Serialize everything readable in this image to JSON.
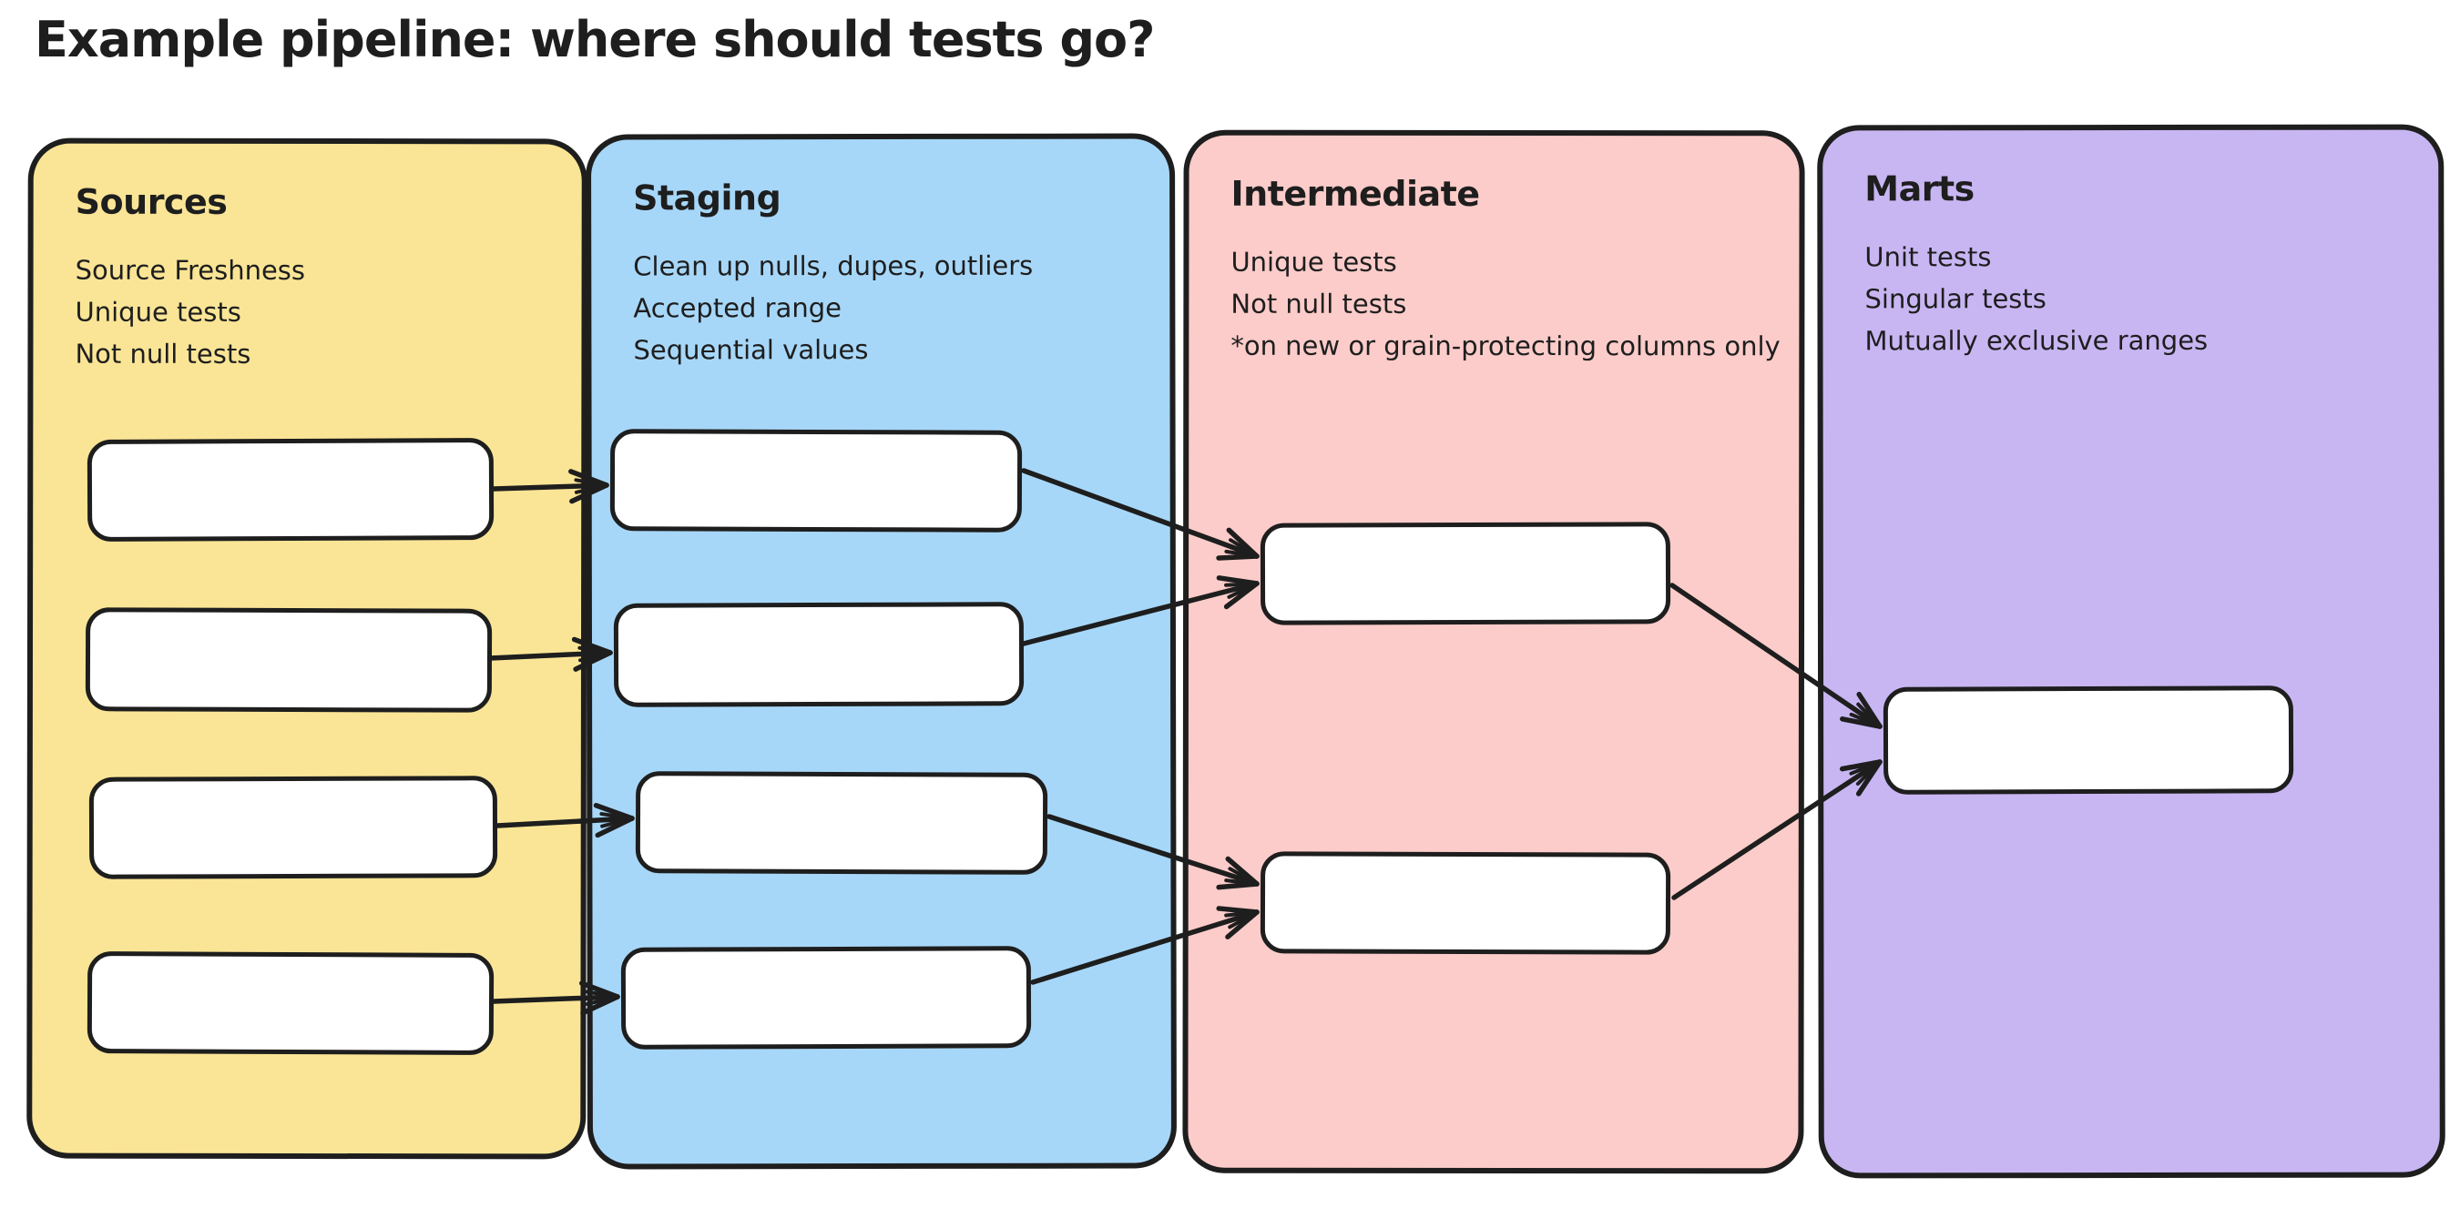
{
  "title": "Example pipeline: where should tests go?",
  "ink_color": "#1e1e1e",
  "node_fill": "#ffffff",
  "columns": [
    {
      "id": "sources",
      "label": "Sources",
      "bg": "#fae596",
      "notes": [
        "Source Freshness",
        "Unique tests",
        "Not null tests"
      ]
    },
    {
      "id": "staging",
      "label": "Staging",
      "bg": "#a7d7f8",
      "notes": [
        "Clean up nulls, dupes, outliers",
        "Accepted range",
        "Sequential values"
      ]
    },
    {
      "id": "intermediate",
      "label": "Intermediate",
      "bg": "#fbccc9",
      "notes": [
        "Unique tests",
        "Not null tests",
        "*on new or grain-protecting columns only"
      ]
    },
    {
      "id": "marts",
      "label": "Marts",
      "bg": "#c8b6f3",
      "notes": [
        "Unit tests",
        "Singular tests",
        "Mutually exclusive ranges"
      ]
    }
  ],
  "nodes": [
    {
      "id": "source-1",
      "column": "sources"
    },
    {
      "id": "source-2",
      "column": "sources"
    },
    {
      "id": "source-3",
      "column": "sources"
    },
    {
      "id": "source-4",
      "column": "sources"
    },
    {
      "id": "staging-1",
      "column": "staging"
    },
    {
      "id": "staging-2",
      "column": "staging"
    },
    {
      "id": "staging-3",
      "column": "staging"
    },
    {
      "id": "staging-4",
      "column": "staging"
    },
    {
      "id": "intermediate-1",
      "column": "intermediate"
    },
    {
      "id": "intermediate-2",
      "column": "intermediate"
    },
    {
      "id": "marts-1",
      "column": "marts"
    }
  ],
  "edges": [
    {
      "from": "source-1",
      "to": "staging-1"
    },
    {
      "from": "source-2",
      "to": "staging-2"
    },
    {
      "from": "source-3",
      "to": "staging-3"
    },
    {
      "from": "source-4",
      "to": "staging-4"
    },
    {
      "from": "staging-1",
      "to": "intermediate-1"
    },
    {
      "from": "staging-2",
      "to": "intermediate-1"
    },
    {
      "from": "staging-3",
      "to": "intermediate-2"
    },
    {
      "from": "staging-4",
      "to": "intermediate-2"
    },
    {
      "from": "intermediate-1",
      "to": "marts-1"
    },
    {
      "from": "intermediate-2",
      "to": "marts-1"
    }
  ]
}
